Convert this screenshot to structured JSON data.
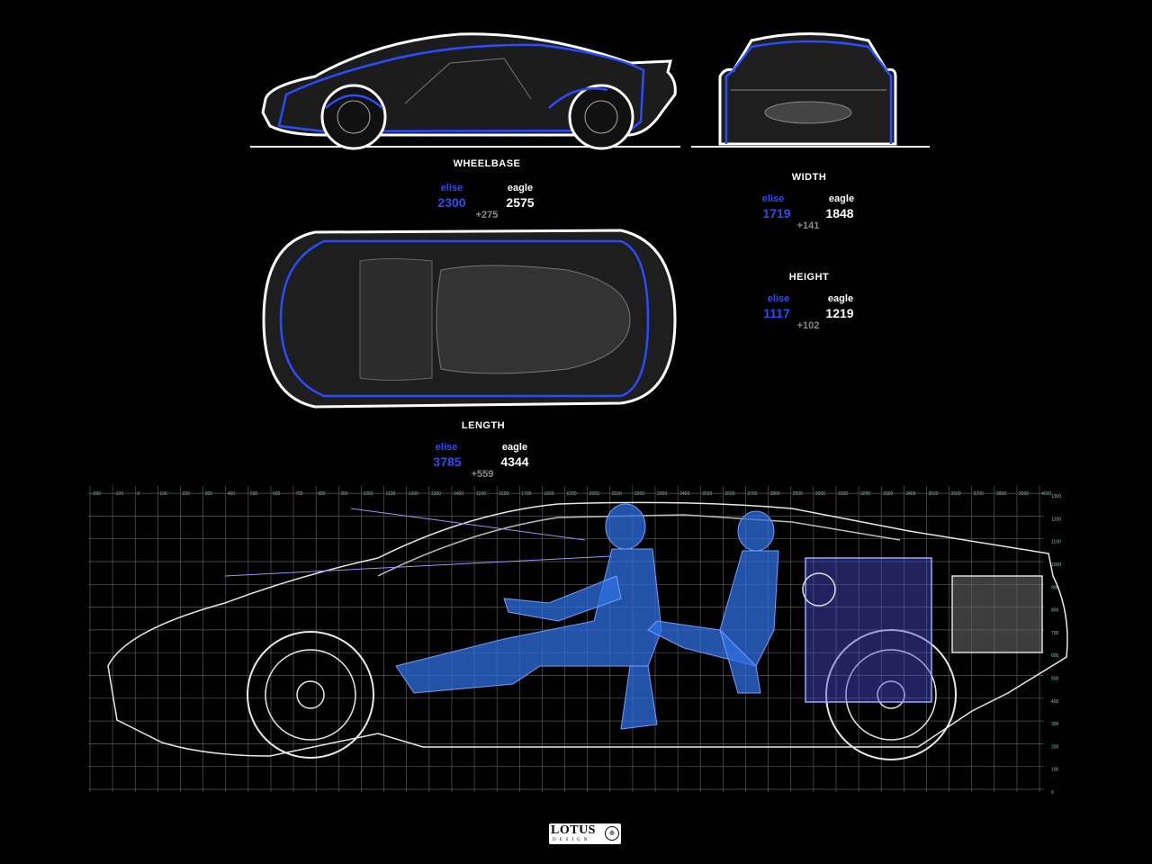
{
  "wheelbase": {
    "title": "WHEELBASE",
    "elise_label": "elise",
    "eagle_label": "eagle",
    "elise_value": "2300",
    "eagle_value": "2575",
    "difference": "+275"
  },
  "width": {
    "title": "WIDTH",
    "elise_label": "elise",
    "eagle_label": "eagle",
    "elise_value": "1719",
    "eagle_value": "1848",
    "difference": "+141"
  },
  "height": {
    "title": "HEIGHT",
    "elise_label": "elise",
    "eagle_label": "eagle",
    "elise_value": "1117",
    "eagle_value": "1219",
    "difference": "+102"
  },
  "length": {
    "title": "LENGTH",
    "elise_label": "elise",
    "eagle_label": "eagle",
    "elise_value": "3785",
    "eagle_value": "4344",
    "difference": "+559"
  },
  "scale": {
    "horizontal_ticks": [
      -200,
      -100,
      0,
      100,
      200,
      300,
      400,
      500,
      600,
      700,
      800,
      900,
      1000,
      1100,
      1200,
      1300,
      1400,
      1500,
      1600,
      1700,
      1800,
      1900,
      2000,
      2100,
      2200,
      2300,
      2400,
      2500,
      2600,
      2700,
      2800,
      2900,
      3000,
      3100,
      3200,
      3300,
      3400,
      3500,
      3600,
      3700,
      3800,
      3900,
      4000
    ],
    "vertical_ticks": [
      1300,
      1200,
      1100,
      1000,
      900,
      800,
      700,
      600,
      500,
      400,
      300,
      200,
      100,
      0
    ]
  },
  "logo": {
    "brand": "LOTUS",
    "sub": "DESIGN",
    "badge": "ACBC"
  },
  "colors": {
    "elise": "#2a4cff",
    "eagle": "#ffffff",
    "difference": "#8a8a8a",
    "grid": "#5a5a5a",
    "figure": "#2f6fe0"
  }
}
